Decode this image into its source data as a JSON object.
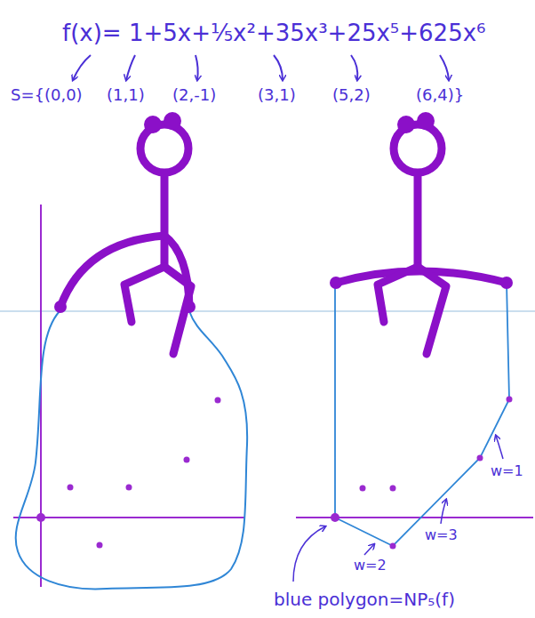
{
  "diagram": {
    "labels": [
      "f(x)= 1+5x+⅕x²+35x³+25x⁵+625x⁶",
      "S={(0,0)",
      "(1,1)",
      "(2,-1)",
      "(3,1)",
      "(5,2)",
      "(6,4)}",
      "w=2",
      "w=3",
      "w=1",
      "blue polygon=NP₅(f)"
    ]
  }
}
